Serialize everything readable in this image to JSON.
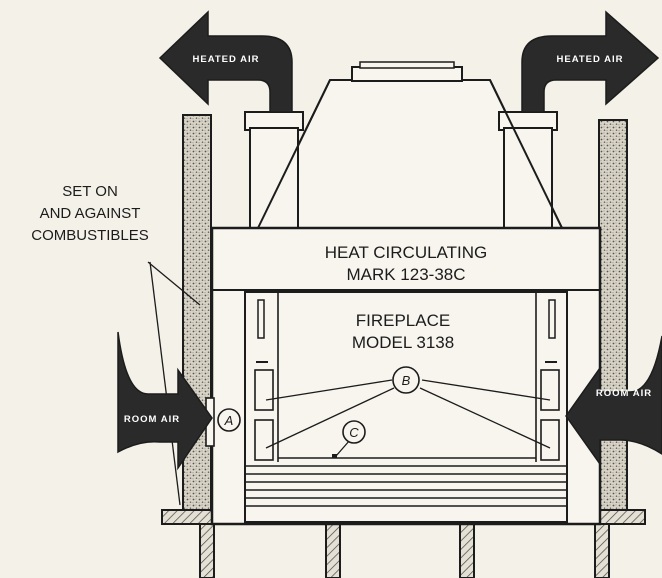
{
  "labels": {
    "heated_air_left": "HEATED AIR",
    "heated_air_right": "HEATED AIR",
    "room_air_left": "ROOM AIR",
    "room_air_right": "ROOM AIR",
    "set_on_line1": "SET ON",
    "set_on_line2": "AND AGAINST",
    "set_on_line3": "COMBUSTIBLES",
    "heat_circulating": "HEAT CIRCULATING",
    "mark": "MARK 123-38C",
    "fireplace": "FIREPLACE",
    "model": "MODEL 3138"
  },
  "callouts": {
    "a": "A",
    "b": "B",
    "c": "C"
  },
  "colors": {
    "ink": "#1c1c1c",
    "paper": "#f4f1e8",
    "arrow_fill": "#2a2a2a",
    "masonry": "#b9b4a8"
  }
}
